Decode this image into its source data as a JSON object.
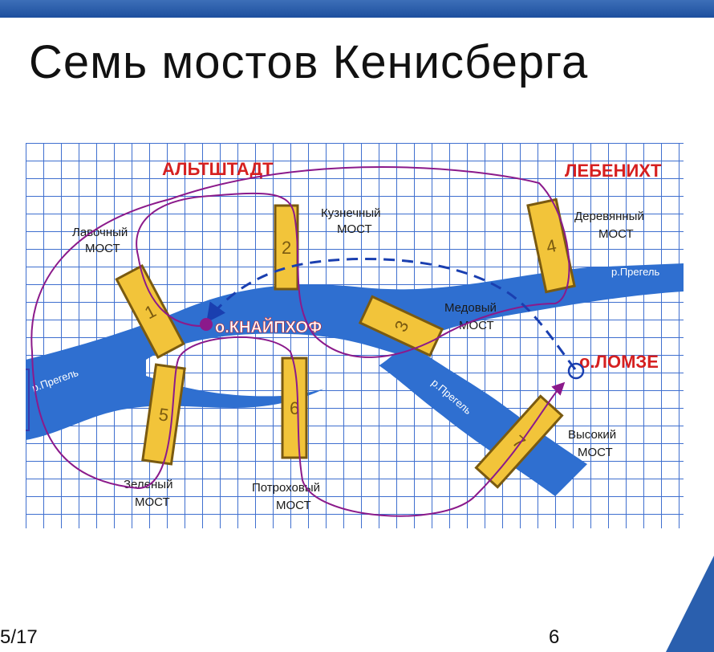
{
  "slide": {
    "title": "Семь мостов Кенисберга",
    "date": "5/17",
    "page_number": "6"
  },
  "map": {
    "regions": {
      "altstadt": "АЛЬТШТАДТ",
      "lebenicht": "ЛЕБЕНИХТ",
      "kneiphof": "о.КНАЙПХОФ",
      "lomse": "о.ЛОМЗЕ"
    },
    "rivers": {
      "top_right": "р.Прегель",
      "left": "р.Прегель",
      "middle": "р.Прегель"
    },
    "bridges": [
      {
        "number": "1",
        "name_line1": "Лавочный",
        "name_line2": "МОСТ"
      },
      {
        "number": "2",
        "name_line1": "Кузнечный",
        "name_line2": "МОСТ"
      },
      {
        "number": "3",
        "name_line1": "Медовый",
        "name_line2": "МОСТ"
      },
      {
        "number": "4",
        "name_line1": "Деревянный",
        "name_line2": "МОСТ"
      },
      {
        "number": "5",
        "name_line1": "Зеленый",
        "name_line2": "МОСТ"
      },
      {
        "number": "6",
        "name_line1": "Потроховый",
        "name_line2": "МОСТ"
      },
      {
        "number": "7",
        "name_line1": "Высокий",
        "name_line2": "МОСТ"
      }
    ],
    "colors": {
      "water": "#2f6fd0",
      "grid_land": "#ffffff",
      "grid_line": "#3366cc",
      "bridge": "#f2c43a",
      "route": "#8b1a8b",
      "dashed_route": "#1a3fb0",
      "region_text": "#d62020"
    }
  }
}
